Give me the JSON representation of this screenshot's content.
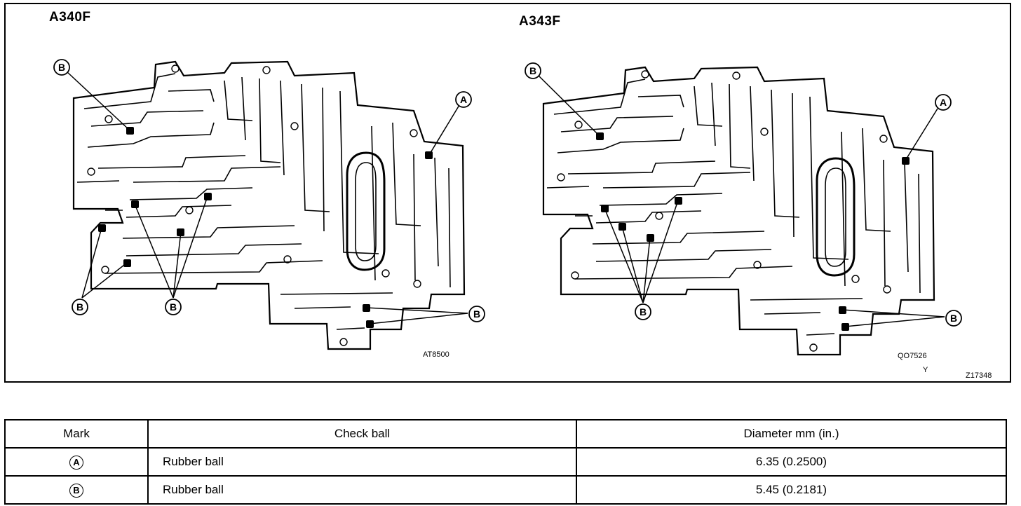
{
  "figure": {
    "left_title": "A340F",
    "right_title": "A343F",
    "left_code": "AT8500",
    "right_code": "QO7526",
    "right_code_sub": "Y",
    "figure_code": "Z17348",
    "mark_a": "A",
    "mark_b": "B"
  },
  "table": {
    "headers": {
      "mark": "Mark",
      "check_ball": "Check ball",
      "diameter": "Diameter mm (in.)"
    },
    "rows": [
      {
        "mark": "A",
        "check_ball": "Rubber ball",
        "diameter": "6.35 (0.2500)"
      },
      {
        "mark": "B",
        "check_ball": "Rubber ball",
        "diameter": "5.45 (0.2181)"
      }
    ]
  }
}
